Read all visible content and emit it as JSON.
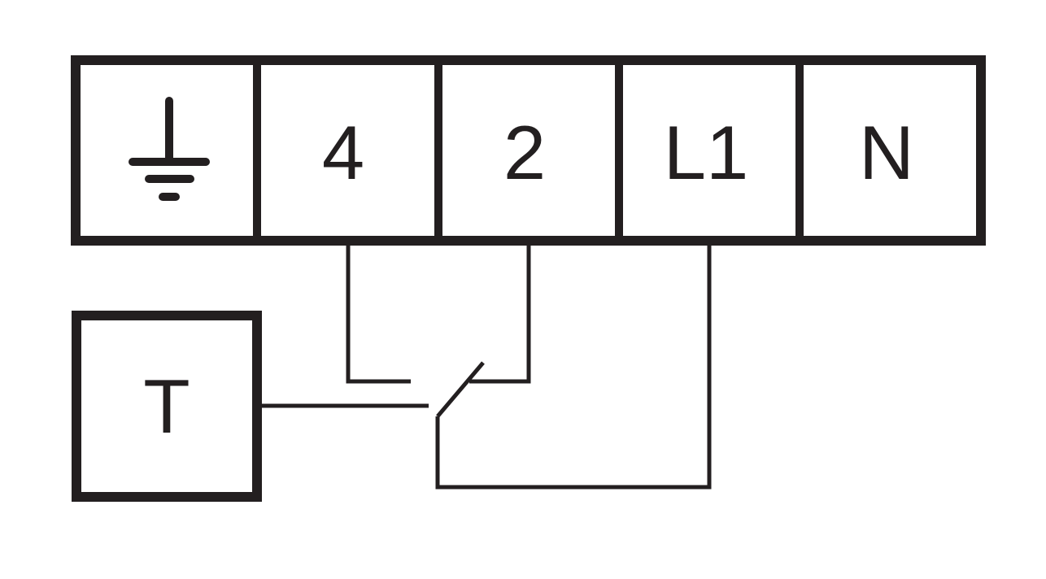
{
  "terminal_block": {
    "ground_symbol": "earth-ground-icon",
    "terminals": [
      "4",
      "2",
      "L1",
      "N"
    ]
  },
  "thermostat": {
    "label": "T"
  },
  "colors": {
    "line": "#231f20",
    "background": "#ffffff"
  }
}
